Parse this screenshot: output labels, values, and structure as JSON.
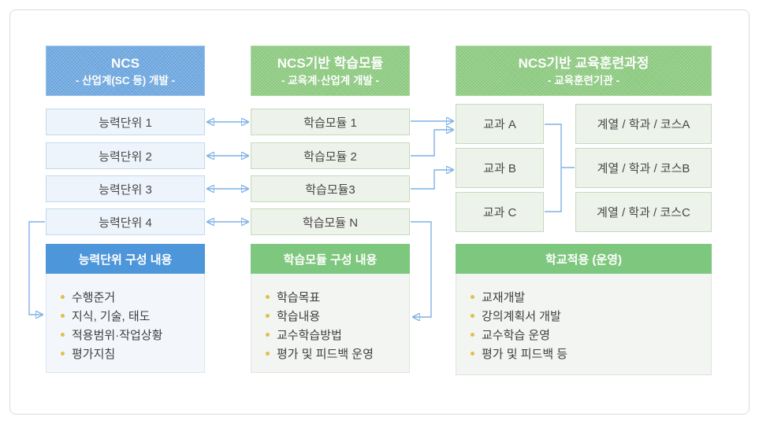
{
  "columns": [
    {
      "header": {
        "title": "NCS",
        "subtitle": "- 산업계(SC 등) 개발 -"
      },
      "items": [
        "능력단위 1",
        "능력단위 2",
        "능력단위 3",
        "능력단위 4"
      ],
      "detail": {
        "title": "능력단위 구성 내용",
        "bullets": [
          "수행준거",
          "지식, 기술, 태도",
          "적용범위·작업상황",
          "평가지침"
        ]
      }
    },
    {
      "header": {
        "title": "NCS기반 학습모듈",
        "subtitle": "- 교육계·산업계 개발 -"
      },
      "items": [
        "학습모듈 1",
        "학습모듈 2",
        "학습모듈3",
        "학습모듈 N"
      ],
      "detail": {
        "title": "학습모듈 구성 내용",
        "bullets": [
          "학습목표",
          "학습내용",
          "교수학습방법",
          "평가 및 피드백 운영"
        ]
      }
    },
    {
      "header": {
        "title": "NCS기반 교육훈련과정",
        "subtitle": "- 교육훈련기관 -"
      },
      "subjects": [
        "교과 A",
        "교과 B",
        "교과 C"
      ],
      "tracks": [
        "계열 / 학과 / 코스A",
        "계열 / 학과 / 코스B",
        "계열 / 학과 / 코스C"
      ],
      "detail": {
        "title": "학교적용 (운영)",
        "bullets": [
          "교재개발",
          "강의계획서 개발",
          "교수학습 운영",
          "평가 및 피드백 등"
        ]
      }
    }
  ],
  "colors": {
    "header_blue": "#68a3dd",
    "header_green": "#88c77b",
    "detail_header_blue": "#4e96da",
    "detail_header_green": "#7ec77e",
    "item_blue_bg": "#edf4fb",
    "item_green_bg": "#edf3ea",
    "arrow": "#7fb2e5",
    "bullet_dot": "#e3be4b"
  }
}
